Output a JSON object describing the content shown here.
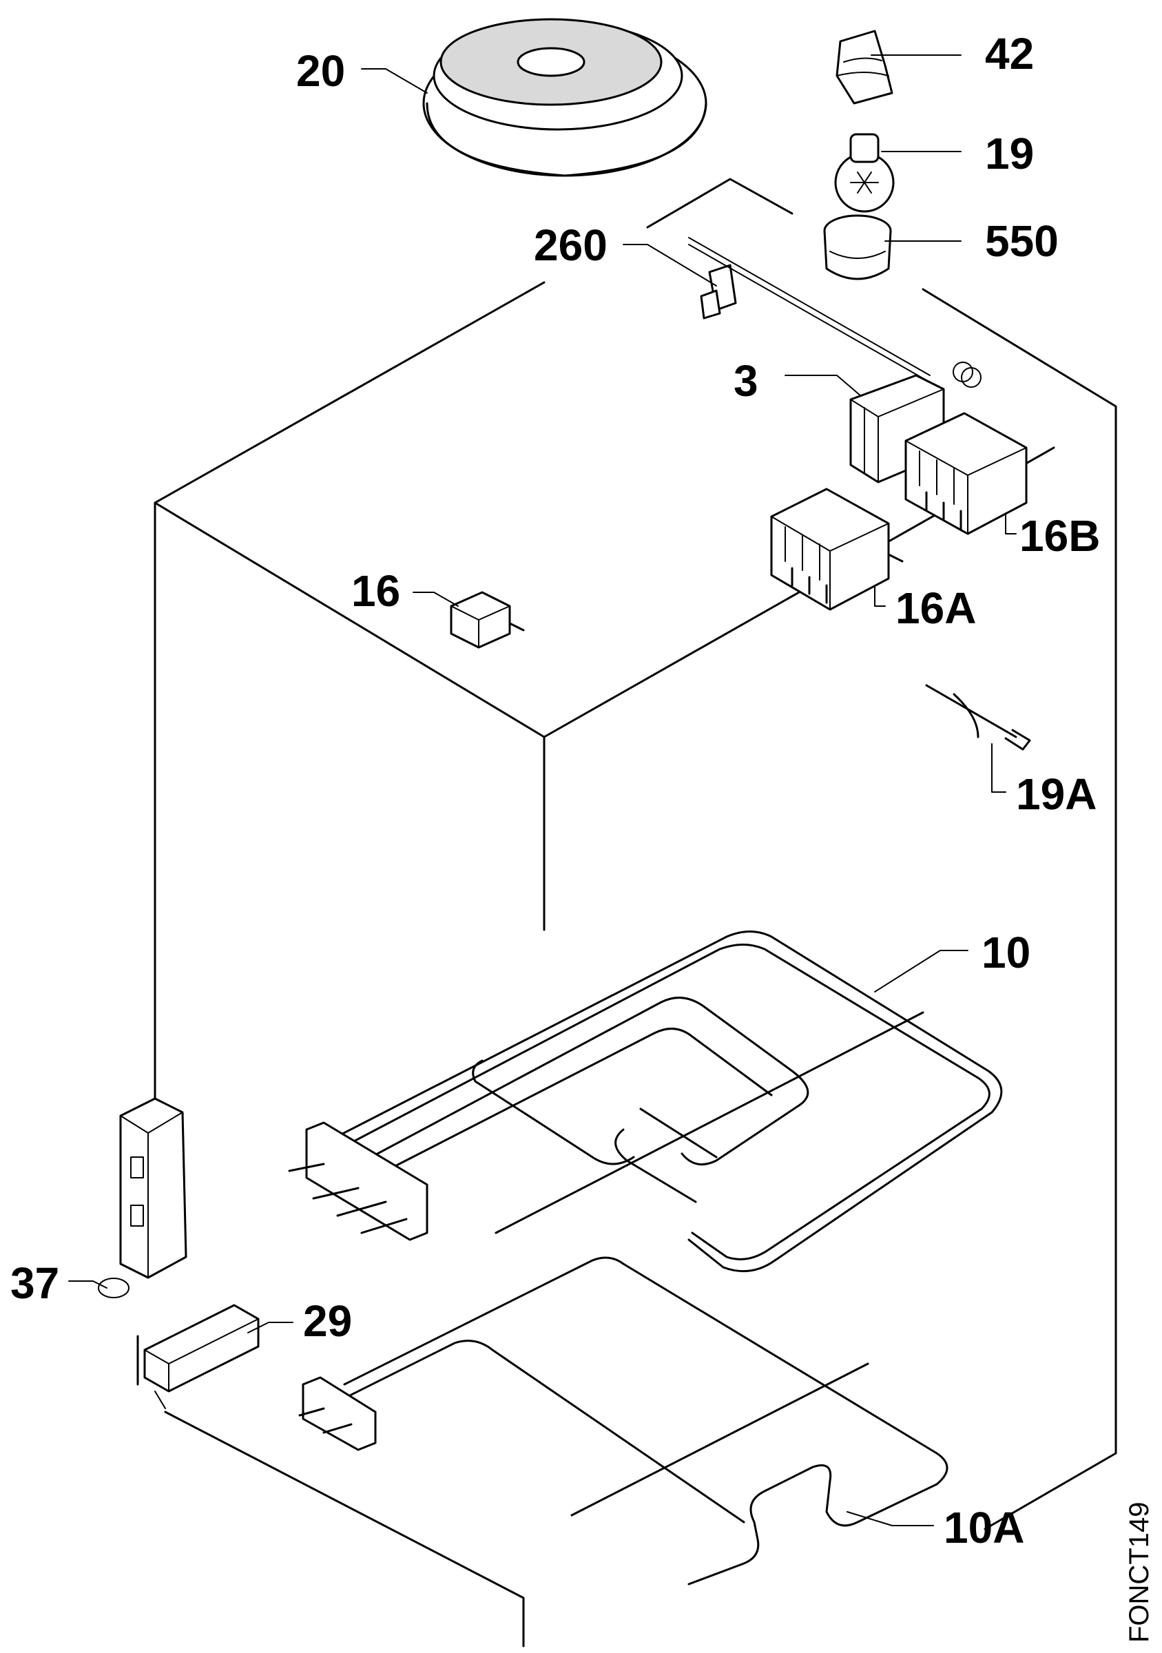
{
  "parts": [
    {
      "id": "p20",
      "label": "20"
    },
    {
      "id": "p42",
      "label": "42"
    },
    {
      "id": "p19",
      "label": "19"
    },
    {
      "id": "p550",
      "label": "550"
    },
    {
      "id": "p260",
      "label": "260"
    },
    {
      "id": "p3",
      "label": "3"
    },
    {
      "id": "p16B",
      "label": "16B"
    },
    {
      "id": "p16",
      "label": "16"
    },
    {
      "id": "p16A",
      "label": "16A"
    },
    {
      "id": "p19A",
      "label": "19A"
    },
    {
      "id": "p10",
      "label": "10"
    },
    {
      "id": "p37",
      "label": "37"
    },
    {
      "id": "p29",
      "label": "29"
    },
    {
      "id": "p10A",
      "label": "10A"
    }
  ],
  "drawing_code": "FONCT149"
}
